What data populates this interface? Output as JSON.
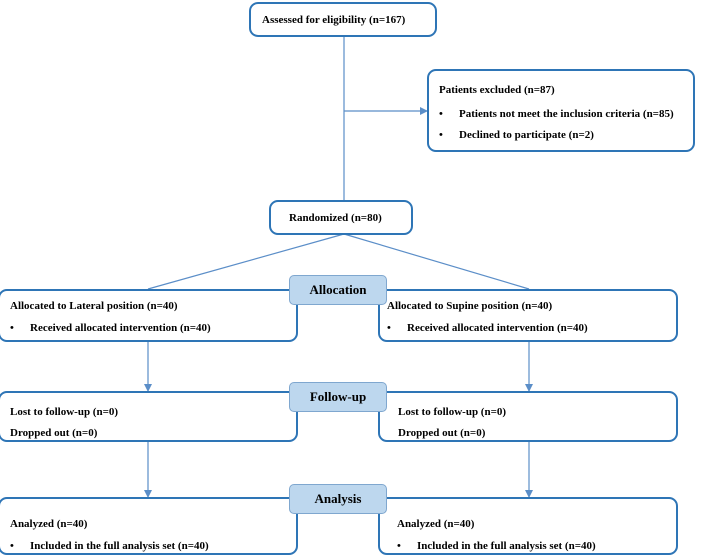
{
  "assessed": "Assessed for eligibility (n=167)",
  "excluded": {
    "title": "Patients excluded (n=87)",
    "items": [
      "Patients not meet the inclusion criteria (n=85)",
      "Declined to participate (n=2)"
    ]
  },
  "randomized": "Randomized (n=80)",
  "stages": {
    "allocation": "Allocation",
    "followup": "Follow-up",
    "analysis": "Analysis"
  },
  "bullet": "•",
  "left": {
    "allocation": {
      "title": "Allocated to Lateral position (n=40)",
      "item": "Received allocated intervention (n=40)"
    },
    "followup": {
      "lost": "Lost to follow-up (n=0)",
      "dropped": "Dropped out (n=0)"
    },
    "analysis": {
      "title": "Analyzed (n=40)",
      "item": "Included in the full analysis set (n=40)"
    }
  },
  "right": {
    "allocation": {
      "title": "Allocated to Supine position (n=40)",
      "item": "Received allocated intervention (n=40)"
    },
    "followup": {
      "lost": "Lost to follow-up (n=0)",
      "dropped": "Dropped out (n=0)"
    },
    "analysis": {
      "title": "Analyzed (n=40)",
      "item": "Included in the full analysis set (n=40)"
    }
  },
  "colors": {
    "box_border": "#2e75b6",
    "stage_fill": "#bdd7ee",
    "line": "#5b8ec8"
  }
}
